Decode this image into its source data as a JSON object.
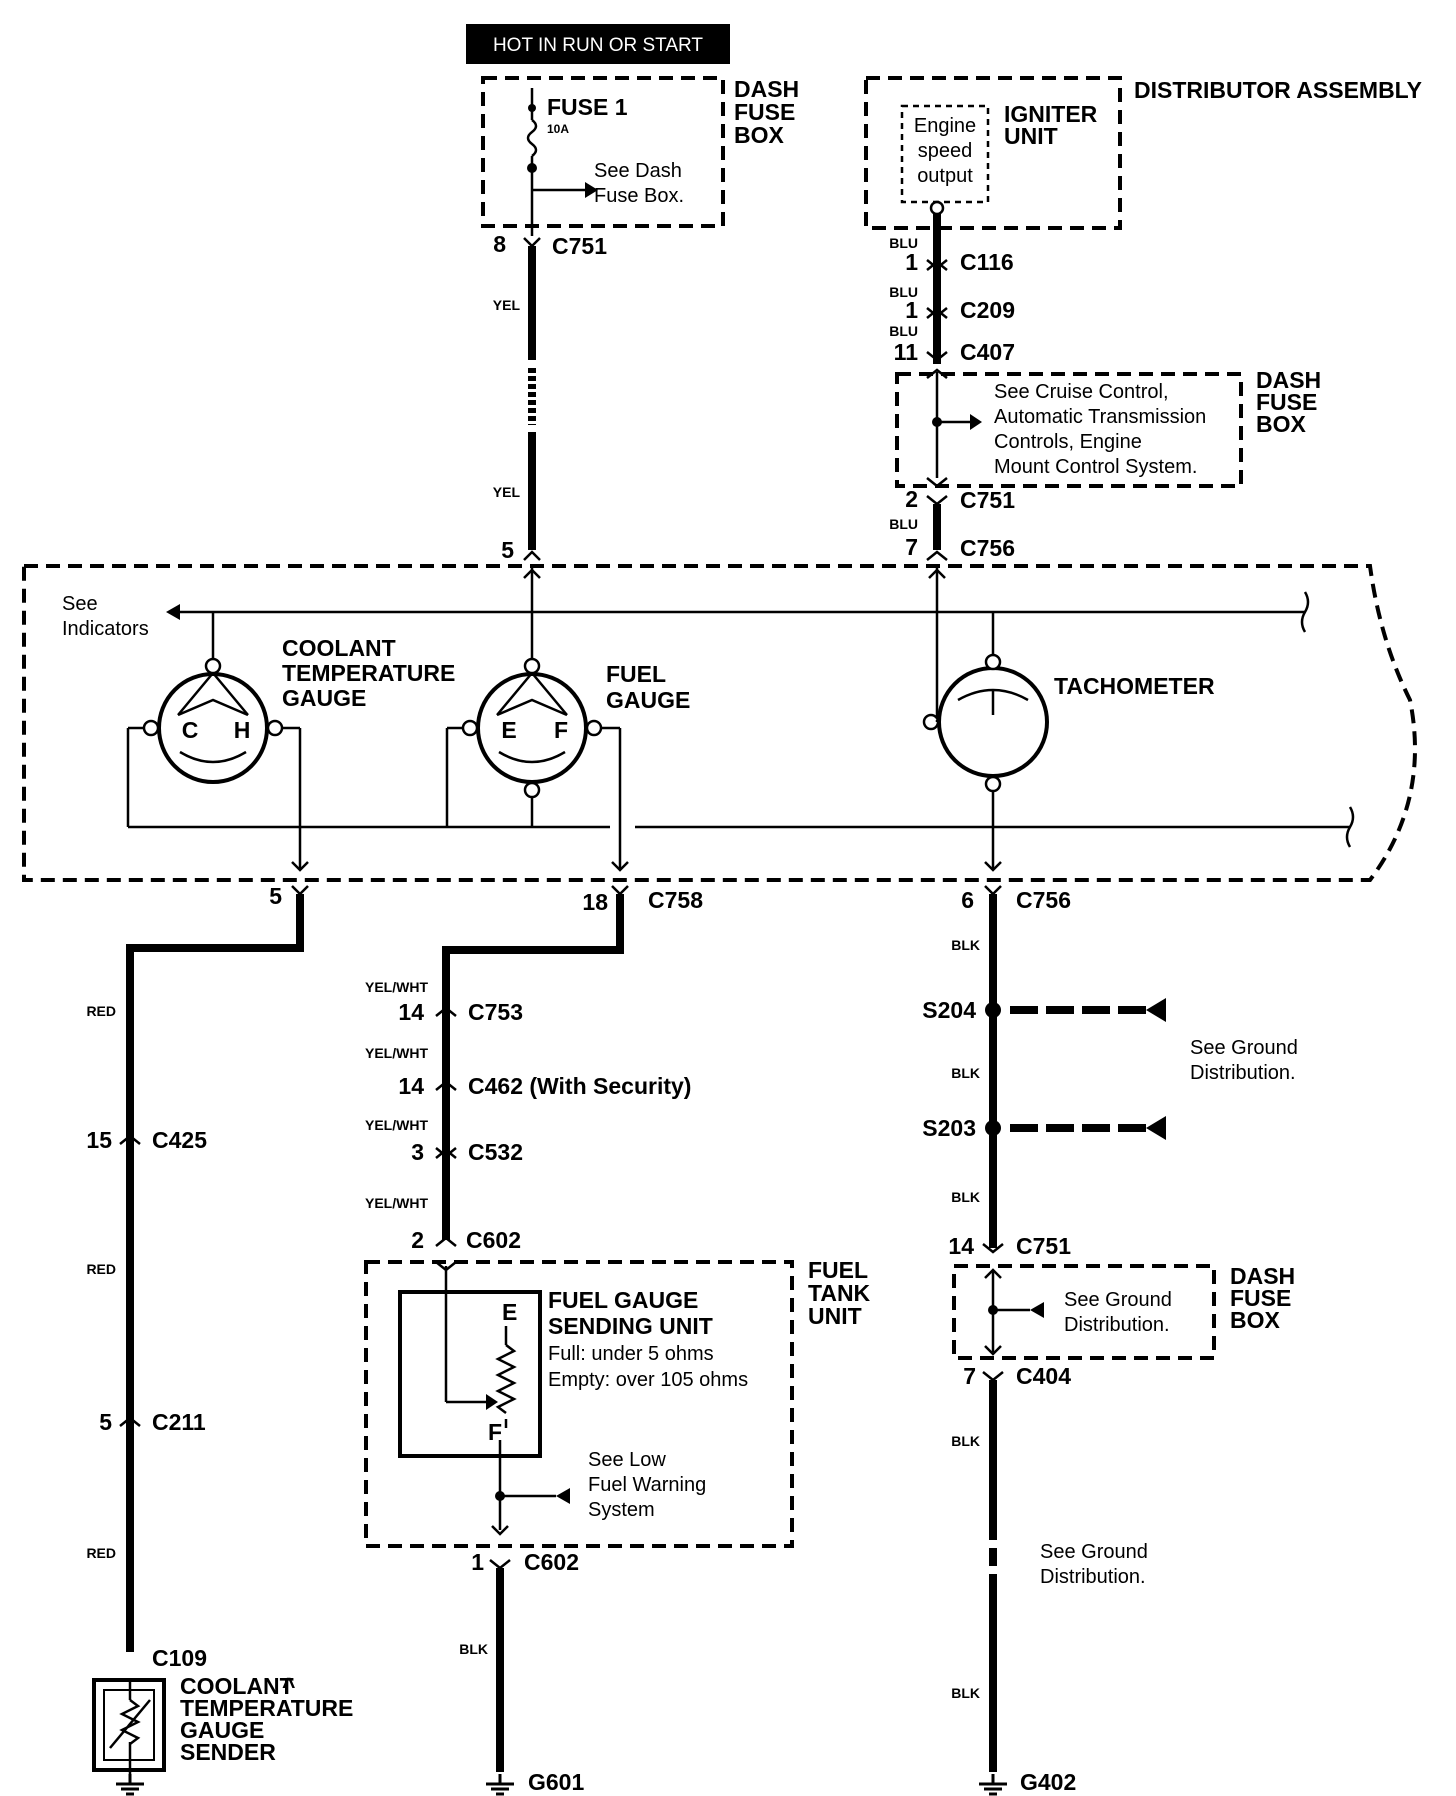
{
  "banner": "HOT IN RUN OR START",
  "dash_fuse_box_title": "DASH FUSE BOX",
  "fuse": {
    "name": "FUSE 1",
    "rating": "10A",
    "note": "See Dash Fuse Box."
  },
  "distributor": {
    "title": "DISTRIBUTOR ASSEMBLY",
    "igniter": "IGNITER UNIT",
    "output": [
      "Engine",
      "speed",
      "output"
    ]
  },
  "cruise_note": [
    "See Cruise Control,",
    "Automatic Transmission",
    "Controls, Engine",
    "Mount Control System."
  ],
  "indicators_note": [
    "See",
    "Indicators"
  ],
  "gauges": {
    "coolant": [
      "COOLANT",
      "TEMPERATURE",
      "GAUGE"
    ],
    "coolant_letters": [
      "C",
      "H"
    ],
    "fuel": [
      "FUEL",
      "GAUGE"
    ],
    "fuel_letters": [
      "E",
      "F"
    ],
    "tach": "TACHOMETER"
  },
  "wire_colors": {
    "yel": "YEL",
    "blu": "BLU",
    "red": "RED",
    "yelwht": "YEL/WHT",
    "blk": "BLK"
  },
  "connectors": {
    "c751": "C751",
    "c116": "C116",
    "c209": "C209",
    "c407": "C407",
    "c756": "C756",
    "c758": "C758",
    "c753": "C753",
    "c462": "C462 (With Security)",
    "c532": "C532",
    "c602": "C602",
    "c425": "C425",
    "c211": "C211",
    "c109": "C109",
    "c404": "C404",
    "s204": "S204",
    "s203": "S203",
    "g601": "G601",
    "g402": "G402"
  },
  "pins": {
    "fuse_out": "8",
    "c116": "1",
    "c209": "1",
    "c407": "11",
    "c751_blu": "2",
    "c756_blu": "7",
    "c756_yel": "5",
    "coolant_out": "5",
    "fuel_out": "18",
    "tach_out": "6",
    "c753": "14",
    "c462": "14",
    "c532": "3",
    "c602_top": "2",
    "c602_bot": "1",
    "c425": "15",
    "c211": "5",
    "c751_blk": "14",
    "c404": "7"
  },
  "ground_note": [
    "See Ground",
    "Distribution."
  ],
  "fuel_tank": {
    "title": [
      "FUEL",
      "TANK",
      "UNIT"
    ],
    "sender": [
      "FUEL GAUGE",
      "SENDING UNIT"
    ],
    "full": "Full: under 5 ohms",
    "empty": "Empty: over 105 ohms",
    "letters": [
      "E",
      "F"
    ],
    "low_fuel_note": [
      "See Low",
      "Fuel Warning",
      "System"
    ]
  },
  "coolant_sender": [
    "COOLANT",
    "TEMPERATURE",
    "GAUGE",
    "SENDER"
  ],
  "coolant_sender_mark": "^"
}
